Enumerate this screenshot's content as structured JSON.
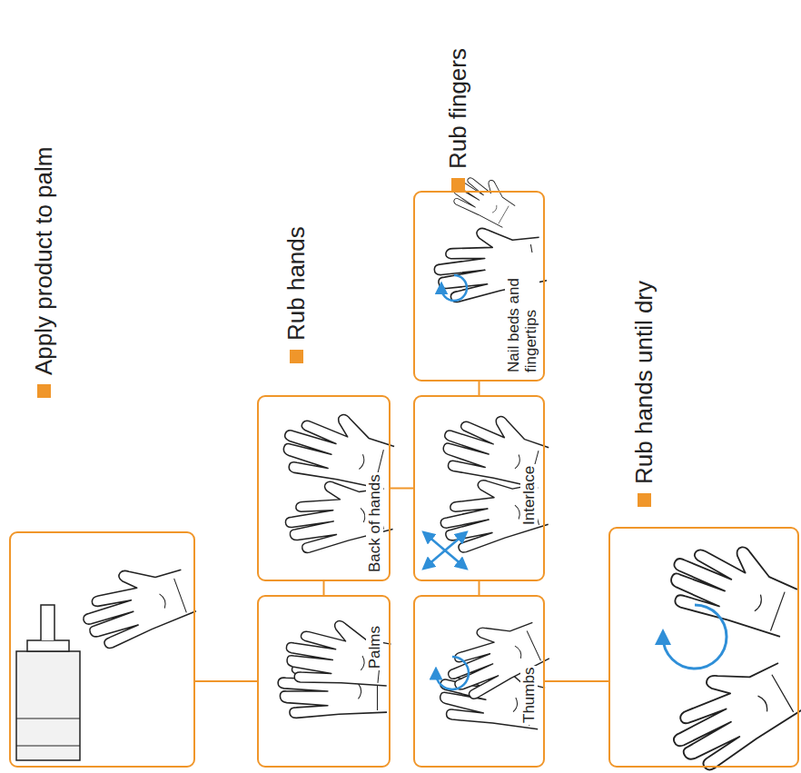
{
  "diagram": {
    "nodes": [
      {
        "text": [
          "Apply product to palm"
        ]
      },
      {
        "text": [
          "Palms"
        ]
      },
      {
        "text": [
          "Back of hands"
        ]
      },
      {
        "text": [
          "Thumbs"
        ]
      },
      {
        "text": [
          "Interlace"
        ]
      },
      {
        "text": [
          "Nail beds and fingertips"
        ]
      },
      {
        "text": [
          "Rub hands until dry"
        ]
      }
    ],
    "edges": [
      {
        "from": 0,
        "to": 1,
        "arrow": "none"
      },
      {
        "from": 1,
        "to": 2,
        "arrow": "none"
      },
      {
        "from": 2,
        "to": 4,
        "arrow": "none"
      },
      {
        "from": 3,
        "to": 4,
        "arrow": "none"
      },
      {
        "from": 4,
        "to": 5,
        "arrow": "none"
      },
      {
        "from": 3,
        "to": 6,
        "arrow": "none"
      }
    ],
    "labels": [
      "Rub hands",
      "Rub fingers"
    ]
  }
}
